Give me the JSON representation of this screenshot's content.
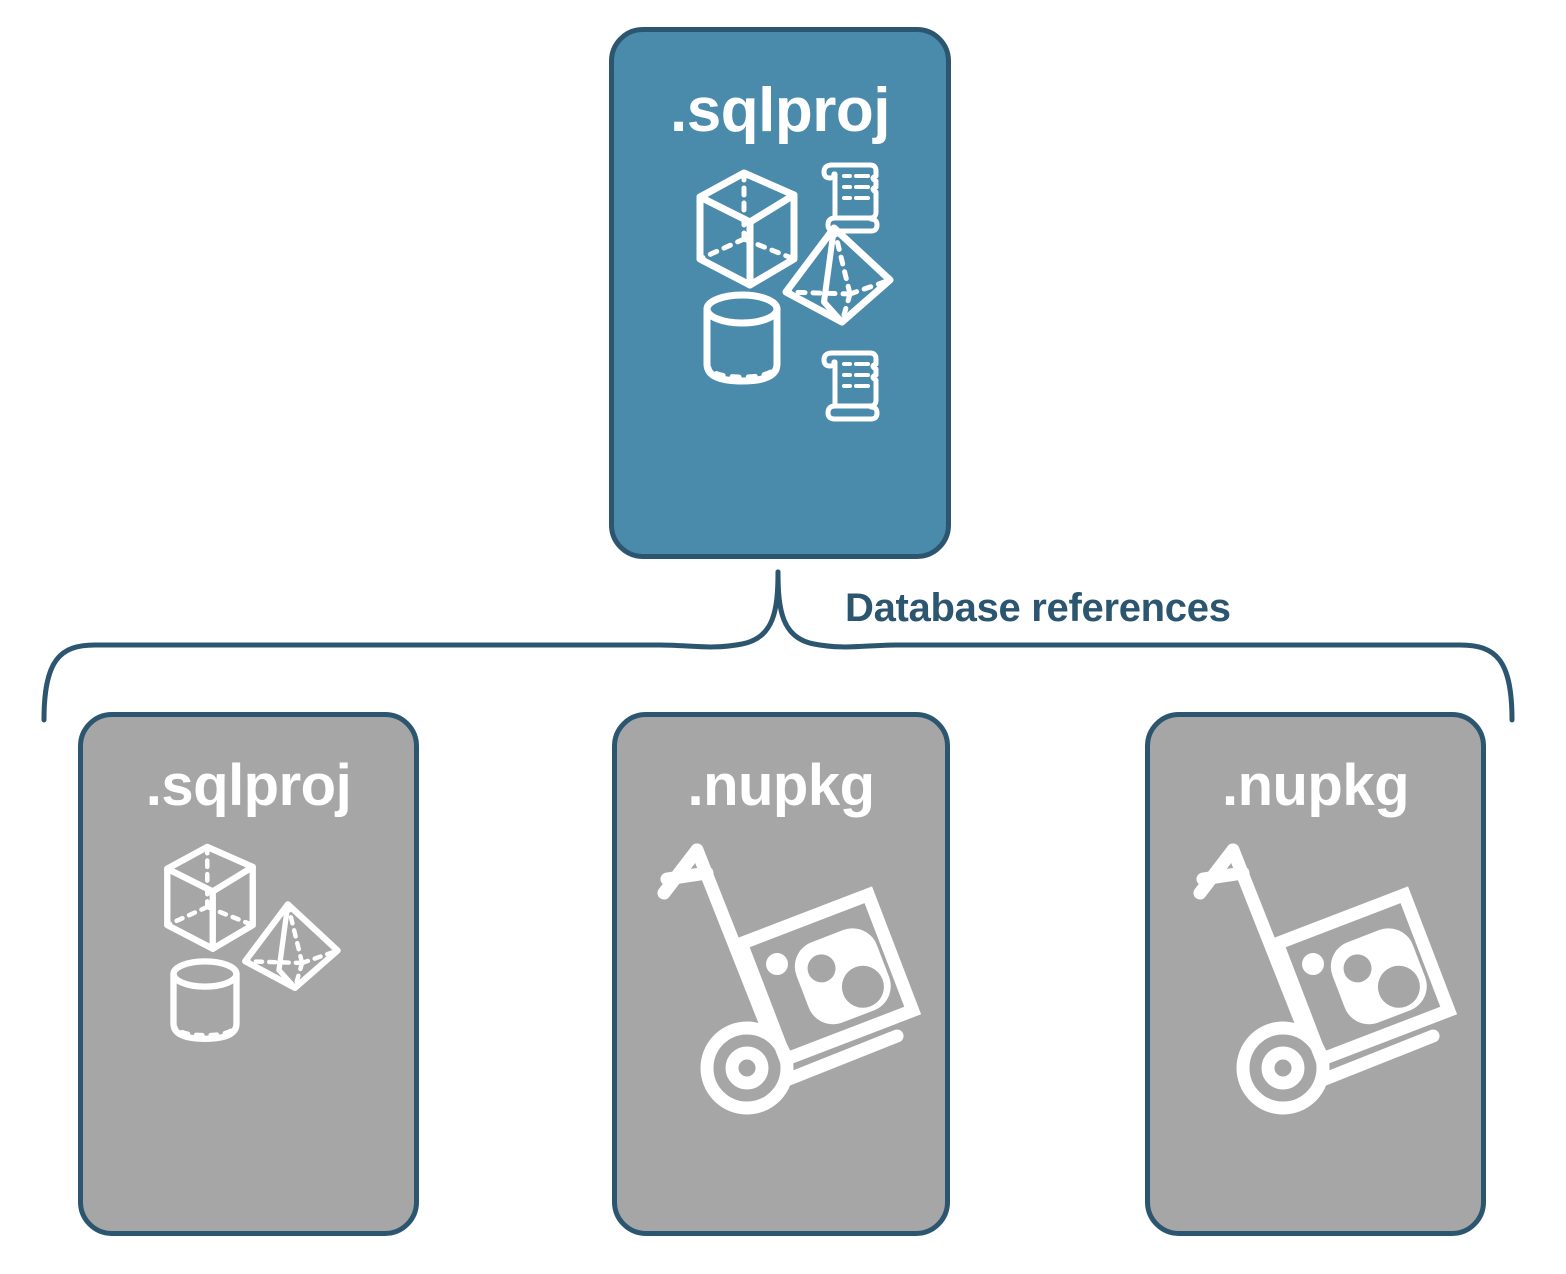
{
  "diagram": {
    "title": "Database references",
    "colors": {
      "source_card_fill": "#4a8aab",
      "reference_card_fill": "#a6a6a6",
      "stroke": "#2c5670",
      "icon": "#ffffff",
      "background": "#ffffff"
    },
    "connector": {
      "type": "curly-brace",
      "label": "Database references",
      "label_color": "#2c5670",
      "direction": "one-to-many",
      "from": "card-sqlproj-top",
      "to": [
        "card-sqlproj-ref",
        "card-nupkg-1",
        "card-nupkg-2"
      ]
    },
    "source": {
      "id": "card-sqlproj-top",
      "label": ".sqlproj",
      "fill": "#4a8aab",
      "role": "consuming-project",
      "icons": [
        "cube-icon",
        "scroll-icon",
        "pyramid-icon",
        "cylinder-icon",
        "scroll-icon"
      ]
    },
    "references": [
      {
        "id": "card-sqlproj-ref",
        "label": ".sqlproj",
        "fill": "#a6a6a6",
        "role": "referenced-project",
        "icons": [
          "cube-icon",
          "pyramid-icon",
          "cylinder-icon"
        ]
      },
      {
        "id": "card-nupkg-1",
        "label": ".nupkg",
        "fill": "#a6a6a6",
        "role": "referenced-package",
        "icons": [
          "hand-truck-package-icon"
        ]
      },
      {
        "id": "card-nupkg-2",
        "label": ".nupkg",
        "fill": "#a6a6a6",
        "role": "referenced-package",
        "icons": [
          "hand-truck-package-icon"
        ]
      }
    ]
  }
}
